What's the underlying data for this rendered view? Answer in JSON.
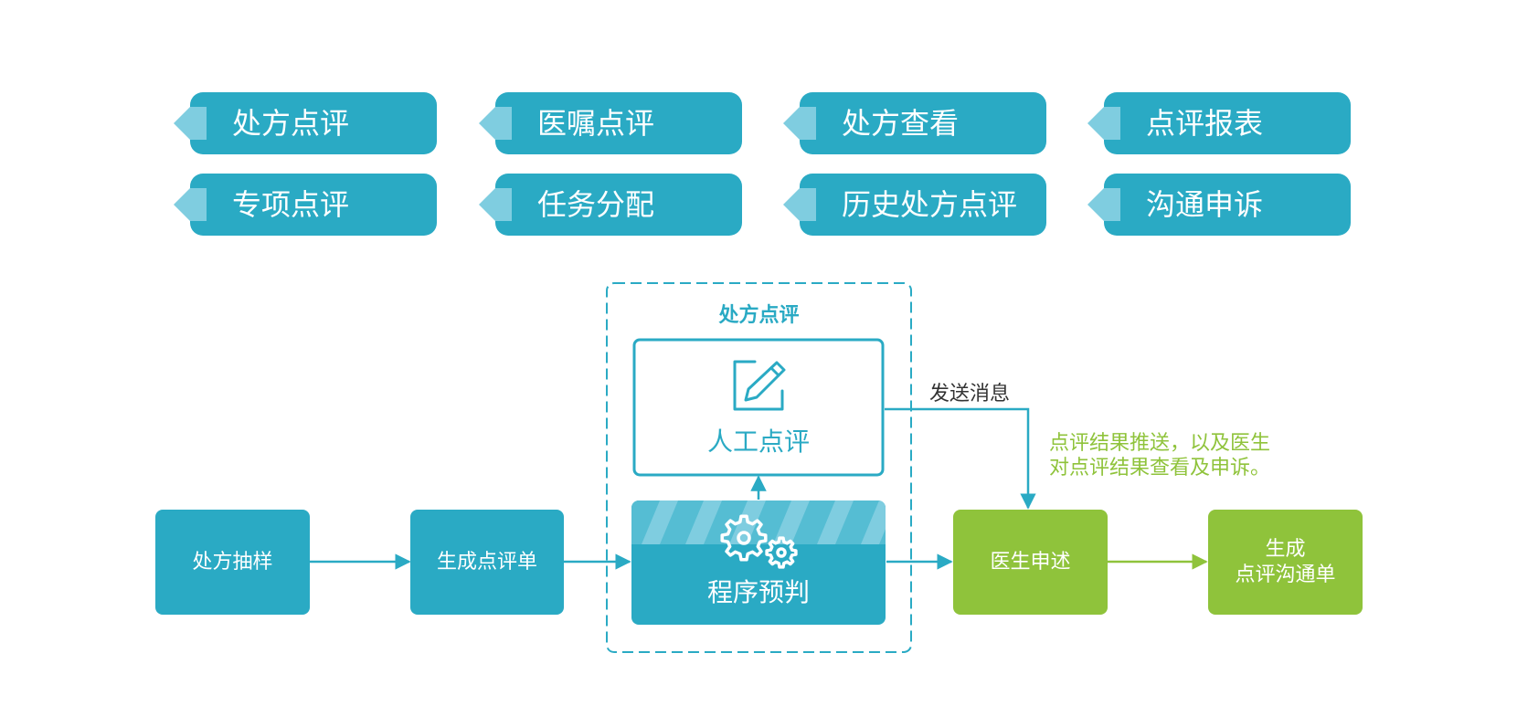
{
  "colors": {
    "teal": "#2aaac4",
    "teal_light": "#7fcde0",
    "green": "#8fc33b",
    "text_dark": "#333333"
  },
  "tags": [
    "处方点评",
    "医嘱点评",
    "处方查看",
    "点评报表",
    "专项点评",
    "任务分配",
    "历史处方点评",
    "沟通申诉"
  ],
  "flow": {
    "sampling": "处方抽样",
    "generate_review_form": "生成点评单",
    "group_title": "处方点评",
    "manual_review": "人工点评",
    "program_prejudge": "程序预判",
    "send_message": "发送消息",
    "push_note": [
      "点评结果推送，以及医生",
      "对点评结果查看及申诉。"
    ],
    "doctor_statement": "医生申述",
    "generate_comm_form": [
      "生成",
      "点评沟通单"
    ]
  },
  "icons": {
    "manual_review": "edit-pencil-icon",
    "program_prejudge": "gears-icon"
  }
}
